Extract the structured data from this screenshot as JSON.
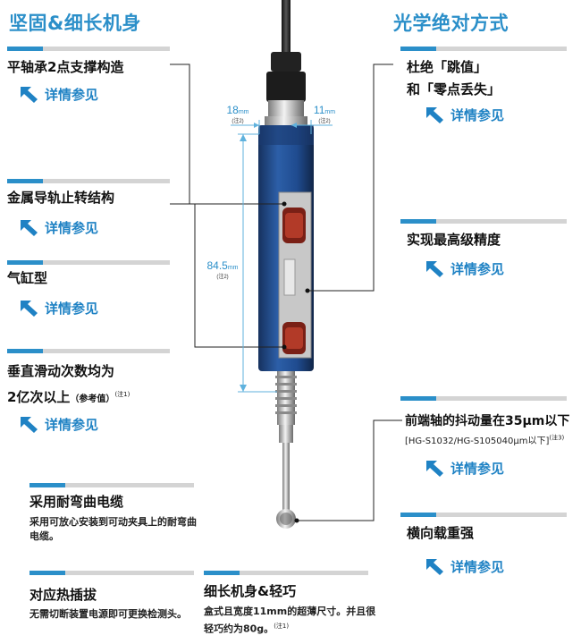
{
  "headings": {
    "left": "坚固&细长机身",
    "right": "光学绝对方式"
  },
  "more_label": "详情参见",
  "features": {
    "bearing": {
      "title": "平轴承2点支撑构造"
    },
    "guide": {
      "title": "金属导轨止转结构"
    },
    "cylinder": {
      "title": "气缸型"
    },
    "slide": {
      "line1": "垂直滑动次数均为",
      "line2": "2亿次以上",
      "ref": "（参考值）",
      "note": "(注1)"
    },
    "cable": {
      "title": "采用耐弯曲电缆",
      "desc1": "采用可放心安装到可动夹具上的耐弯曲",
      "desc2": "电缆。"
    },
    "hotswap": {
      "title": "对应热插拔",
      "desc": "无需切断装置电源即可更换检测头。"
    },
    "slim": {
      "title": "细长机身&轻巧",
      "desc1": "盒式且宽度11mm的超薄尺寸。并且很",
      "desc2": "轻巧约为80g。",
      "note": "(注1)"
    },
    "jump": {
      "line1": "杜绝「跳值」",
      "line2": "和「零点丢失」"
    },
    "precision": {
      "title": "实现最高级精度"
    },
    "runout": {
      "title": "前端轴的抖动量在35μm以下",
      "sub": "[HG-S1032/HG-S105040μm以下]",
      "note": "(注3)"
    },
    "load": {
      "title": "横向载重强"
    }
  },
  "dimensions": {
    "width1": {
      "value": "18",
      "unit": "mm",
      "note": "(注2)"
    },
    "width2": {
      "value": "11",
      "unit": "mm",
      "note": "(注2)"
    },
    "height": {
      "value": "84.5",
      "unit": "mm",
      "note": "(注2)"
    }
  },
  "colors": {
    "accent": "#2b8fc9",
    "link": "#1f82c4",
    "divider": "#d4d4d4",
    "body": "#1e4d8c"
  },
  "icons": {
    "more": "arrow-up-left-icon"
  }
}
